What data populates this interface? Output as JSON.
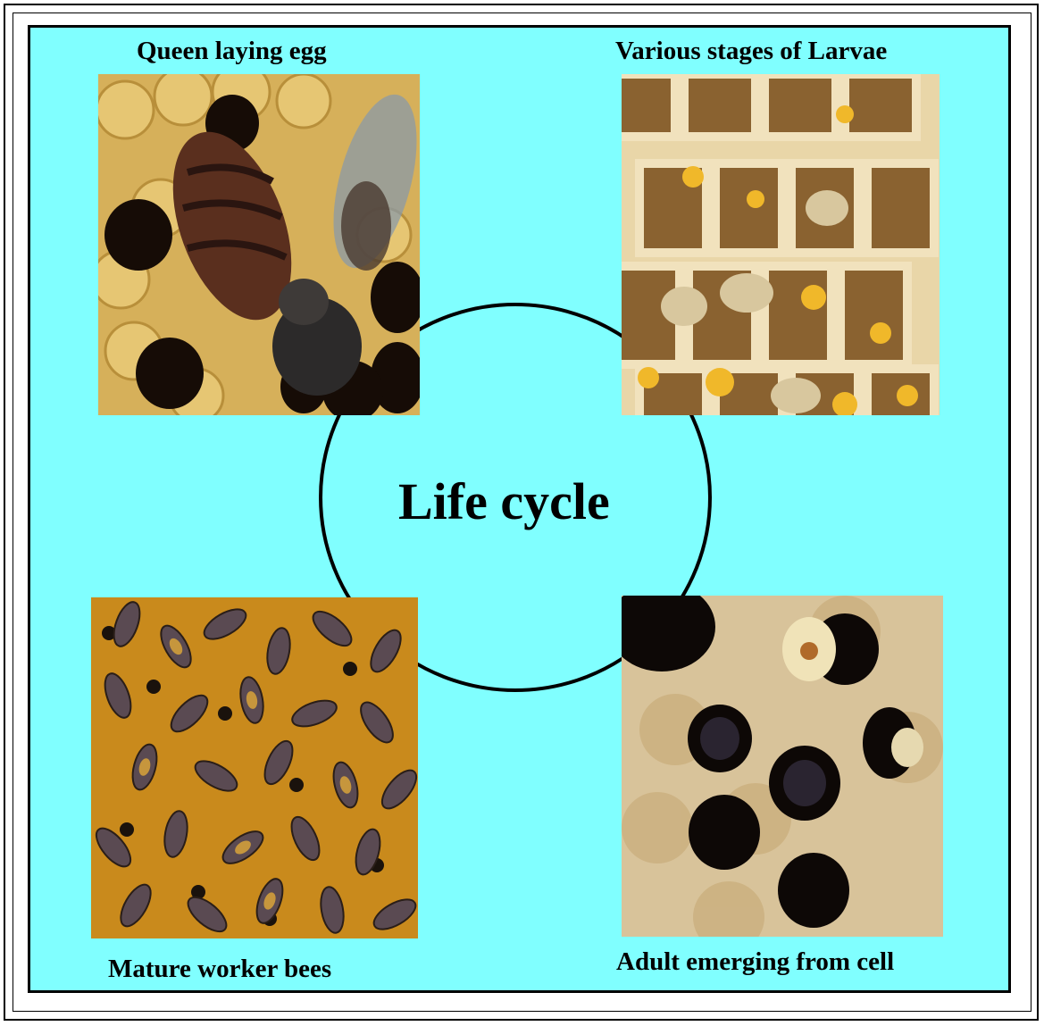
{
  "diagram": {
    "title": "Life cycle",
    "stages": [
      {
        "id": "queen",
        "caption": "Queen laying egg",
        "image": "queen-bee-on-comb-photo"
      },
      {
        "id": "larvae",
        "caption": "Various stages of Larvae",
        "image": "larvae-in-honeycomb-photo"
      },
      {
        "id": "workers",
        "caption": "Mature worker bees",
        "image": "worker-bees-cluster-photo"
      },
      {
        "id": "emerging",
        "caption": "Adult emerging from cell",
        "image": "adult-emerging-from-cell-photo"
      }
    ]
  },
  "colors": {
    "panel_background": "#80ffff",
    "border": "#000000",
    "comb_light": "#e8c56a",
    "comb_dark": "#1a0f08",
    "bee_body": "#4a3526",
    "wax_cream": "#d9c49a"
  }
}
